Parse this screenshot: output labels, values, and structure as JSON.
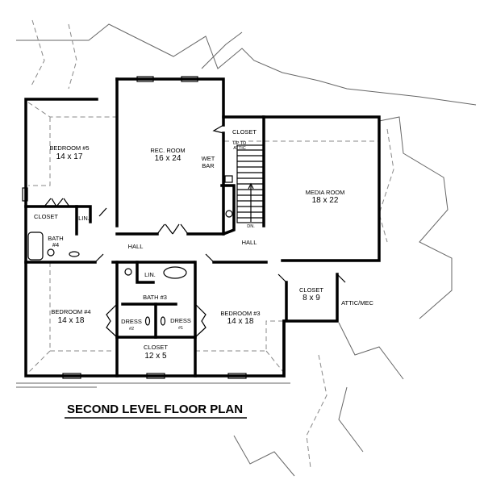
{
  "title": "SECOND LEVEL FLOOR PLAN",
  "rooms": {
    "bedroom5": {
      "name": "BEDROOM #5",
      "size": "14 x 17"
    },
    "rec_room": {
      "name": "REC. ROOM",
      "size": "16 x 24"
    },
    "wet_bar": {
      "line1": "WET",
      "line2": "BAR"
    },
    "closet_stair": {
      "name": "CLOSET"
    },
    "up_to_attic": {
      "line1": "UP TO",
      "line2": "ATTIC"
    },
    "stair_down": {
      "name": "DN."
    },
    "media_room": {
      "name": "MEDIA ROOM",
      "size": "18 x 22"
    },
    "hall_left": {
      "name": "HALL"
    },
    "hall_right": {
      "name": "HALL"
    },
    "closet_b5": {
      "name": "CLOSET"
    },
    "lin_b5": {
      "name": "LIN."
    },
    "bath4": {
      "line1": "BATH",
      "line2": "#4"
    },
    "lin_bath3": {
      "name": "LIN."
    },
    "bath3": {
      "name": "BATH #3"
    },
    "bedroom4": {
      "name": "BEDROOM #4",
      "size": "14 x 18"
    },
    "dress2": {
      "line1": "DRESS",
      "line2": "#2"
    },
    "dress1": {
      "line1": "DRESS",
      "line2": "#1"
    },
    "bedroom3": {
      "name": "BEDROOM #3",
      "size": "14 x 18"
    },
    "closet_8x9": {
      "name": "CLOSET",
      "size": "8 x 9"
    },
    "attic_mec": {
      "name": "ATTIC/MEC"
    },
    "closet_12x5": {
      "name": "CLOSET",
      "size": "12 x 5"
    }
  }
}
